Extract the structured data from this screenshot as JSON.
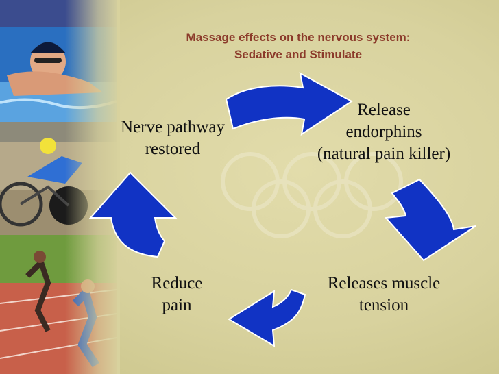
{
  "slide": {
    "title_line1": "Massage effects on the nervous system:",
    "title_line2": "Sedative and Stimulate"
  },
  "cycle": {
    "nodes": [
      {
        "id": "release-endorphins",
        "lines": [
          "Release",
          "endorphins",
          "(natural pain killer)"
        ]
      },
      {
        "id": "releases-muscle-tension",
        "lines": [
          "Releases muscle",
          "tension"
        ]
      },
      {
        "id": "reduce-pain",
        "lines": [
          "Reduce",
          "pain"
        ]
      },
      {
        "id": "nerve-pathway-restored",
        "lines": [
          "Nerve pathway",
          "restored"
        ]
      }
    ],
    "arrow_color": "#1133c4",
    "arrow_outline": "#ffffff"
  },
  "sidebar": {
    "photos": [
      "swimmer-photo",
      "cyclist-photo",
      "runners-photo"
    ]
  },
  "colors": {
    "background": "#d8d29e",
    "title": "#8b3a2a",
    "text": "#111111"
  }
}
